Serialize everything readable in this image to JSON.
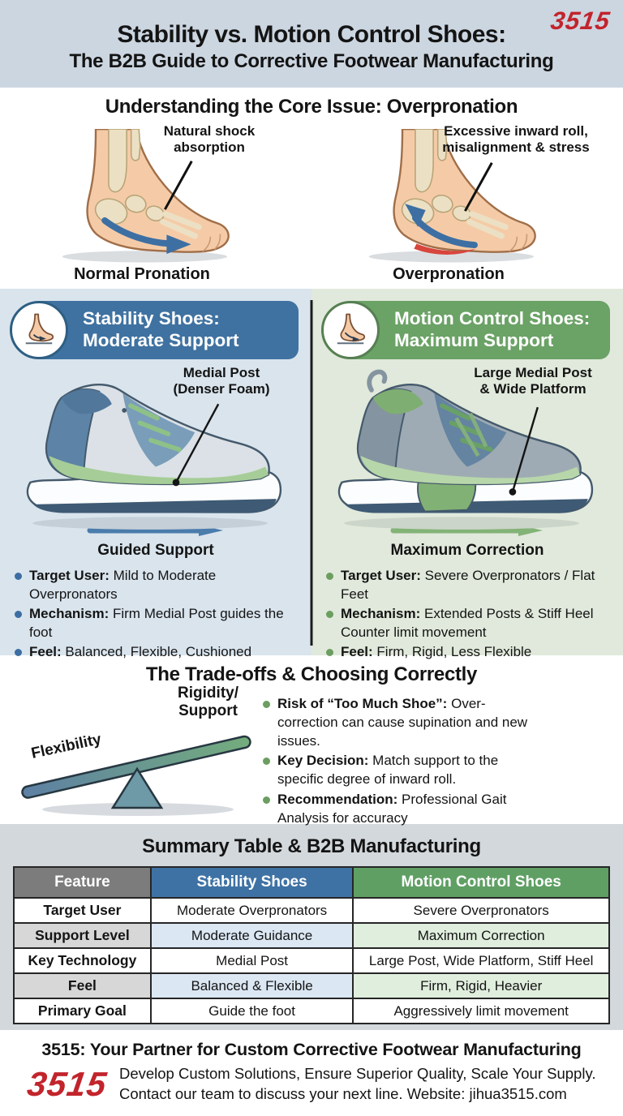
{
  "brand": {
    "logo_text": "3515",
    "logo_color": "#c2242c"
  },
  "header": {
    "title_line1": "Stability vs. Motion Control Shoes:",
    "title_line2": "The B2B Guide to Corrective Footwear Manufacturing"
  },
  "pronation": {
    "section_title": "Understanding the Core Issue: Overpronation",
    "normal": {
      "annotation_line1": "Natural shock",
      "annotation_line2": "absorption",
      "caption": "Normal Pronation"
    },
    "over": {
      "annotation_line1": "Excessive inward roll,",
      "annotation_line2": "misalignment & stress",
      "caption": "Overpronation"
    }
  },
  "stability": {
    "title_line1": "Stability Shoes:",
    "title_line2": "Moderate Support",
    "callout_line1": "Medial Post",
    "callout_line2": "(Denser Foam)",
    "arrow_caption": "Guided Support",
    "bullets": [
      {
        "label": "Target User:",
        "text": "Mild to Moderate Overpronators"
      },
      {
        "label": "Mechanism:",
        "text": "Firm Medial Post guides the foot"
      },
      {
        "label": "Feel:",
        "text": "Balanced, Flexible, Cushioned"
      }
    ]
  },
  "motion": {
    "title_line1": "Motion Control Shoes:",
    "title_line2": "Maximum Support",
    "callout_line1": "Large Medial Post",
    "callout_line2": "& Wide Platform",
    "arrow_caption": "Maximum Correction",
    "bullets": [
      {
        "label": "Target User:",
        "text": "Severe Overpronators / Flat Feet"
      },
      {
        "label": "Mechanism:",
        "text": "Extended Posts & Stiff Heel Counter limit movement"
      },
      {
        "label": "Feel:",
        "text": "Firm, Rigid, Less Flexible"
      }
    ]
  },
  "tradeoffs": {
    "section_title": "The Trade-offs & Choosing Correctly",
    "seesaw": {
      "left_label": "Flexibility",
      "right_label_line1": "Rigidity/",
      "right_label_line2": "Support"
    },
    "bullets": [
      {
        "label": "Risk of “Too Much Shoe”:",
        "text": "Over-correction can cause supination and new issues."
      },
      {
        "label": "Key Decision:",
        "text": "Match support to the specific degree of inward roll."
      },
      {
        "label": "Recommendation:",
        "text": "Professional Gait Analysis for accuracy"
      }
    ]
  },
  "summary": {
    "section_title": "Summary Table & B2B Manufacturing",
    "table": {
      "headers": [
        "Feature",
        "Stability Shoes",
        "Motion Control Shoes"
      ],
      "rows": [
        [
          "Target User",
          "Moderate Overpronators",
          "Severe Overpronators"
        ],
        [
          "Support Level",
          "Moderate Guidance",
          "Maximum Correction"
        ],
        [
          "Key Technology",
          "Medial Post",
          "Large Post, Wide Platform, Stiff Heel"
        ],
        [
          "Feel",
          "Balanced & Flexible",
          "Firm, Rigid, Heavier"
        ],
        [
          "Primary Goal",
          "Guide the foot",
          "Aggressively limit movement"
        ]
      ]
    }
  },
  "footer": {
    "title": "3515: Your Partner for Custom Corrective Footwear Manufacturing",
    "logo_text": "3515",
    "line1": "Develop Custom Solutions, Ensure Superior Quality, Scale Your Supply.",
    "line2": "Contact our team to discuss your next line. Website: jihua3515.com"
  }
}
